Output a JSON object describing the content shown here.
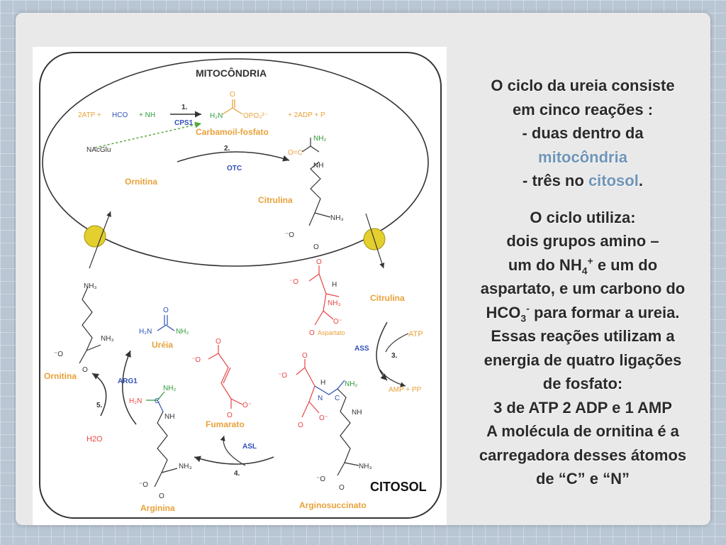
{
  "diagram": {
    "mitochondria_label": "MITOCÔNDRIA",
    "cytosol_label": "CITOSOL",
    "reactions": {
      "r1": {
        "step": "1.",
        "enzyme": "CPS1",
        "reactant_atp": "2ATP +",
        "reactant_hco3": "HCO",
        "reactant_nh3": "+ NH",
        "product_adp": "+ 2ADP + P",
        "product_name": "Carbamoil-fosfato",
        "cofactor": "NAcGlu"
      },
      "r2": {
        "step": "2.",
        "enzyme": "OTC",
        "substrate": "Ornitina",
        "product": "Citrulina"
      },
      "r3": {
        "step": "3.",
        "enzyme": "ASS",
        "substrate": "Citrulina",
        "cosubstrate": "Aspartato",
        "atp": "ATP",
        "amp": "AMP + PP",
        "product": "Arginosuccinato"
      },
      "r4": {
        "step": "4.",
        "enzyme": "ASL",
        "byproduct": "Fumarato",
        "product": "Arginina"
      },
      "r5": {
        "step": "5.",
        "enzyme": "ARG1",
        "water": "H2O",
        "product": "Uréia",
        "regenerated": "Ornitina"
      }
    },
    "colors": {
      "green": "#55a838",
      "orange": "#e9a13a",
      "red": "#e84444",
      "blue": "#2f4fb5",
      "transporter": "#e3cf2e"
    }
  },
  "text": {
    "l1": "O ciclo da ureia consiste",
    "l2": "em cinco reações :",
    "l3": "- duas dentro da",
    "l4": "mitocôndria",
    "l5a": "- três no",
    "l5b": "citosol",
    "l5c": ".",
    "l6": "O ciclo utiliza:",
    "l7": "dois grupos amino –",
    "l8a": "um do NH",
    "l8sub": "4",
    "l8sup": "+",
    "l8b": "e um do",
    "l9": "aspartato, e um carbono do",
    "l10a": "HCO",
    "l10sub": "3",
    "l10sup": "-",
    "l10b": "para formar a ureia.",
    "l11": "Essas reações utilizam a",
    "l12": "energia de quatro ligações",
    "l13": "de fosfato:",
    "l14": "3 de ATP 2 ADP e 1 AMP",
    "l15": "A molécula de ornitina é a",
    "l16": "carregadora desses átomos",
    "l17": "de “C” e “N”"
  }
}
